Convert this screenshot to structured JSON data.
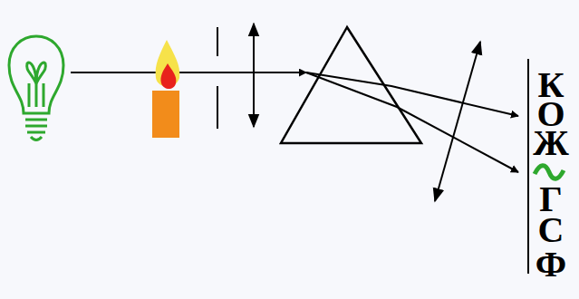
{
  "diagram": {
    "labels": [
      "К",
      "О",
      "Ж",
      "Г",
      "С",
      "Ф"
    ]
  }
}
